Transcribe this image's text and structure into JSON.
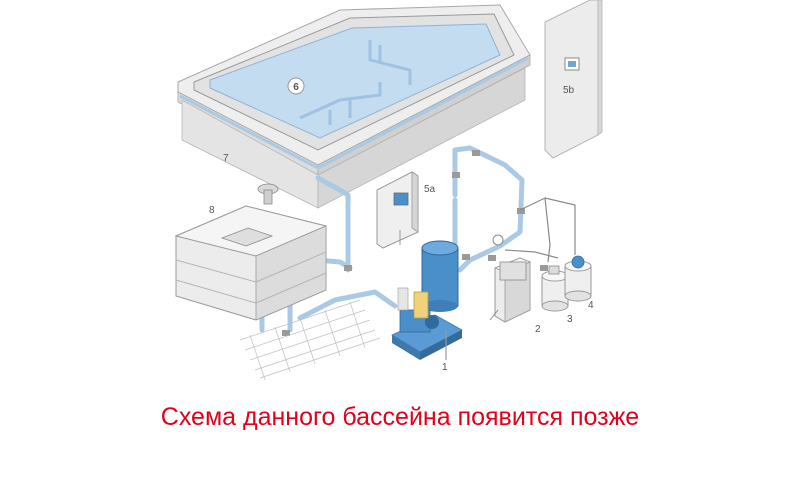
{
  "diagram": {
    "labels": {
      "pump_filter": "1",
      "dosing_controller": "2",
      "chemical_tank_small": "3",
      "chemical_tank_large": "4",
      "control_cabinet": "5a",
      "wall_panel": "5b",
      "inlet_fitting": "6",
      "overflow_gutter": "7",
      "balance_tank": "8"
    }
  },
  "caption": {
    "text": "Схема данного бассейна появится позже"
  },
  "colors": {
    "caption": "#e3001b",
    "water": "#c4dcf0",
    "pipe": "#a9c9e4",
    "filter": "#4a8fc9",
    "equipment": "#e9e9e9",
    "outline": "#9a9a9a"
  }
}
